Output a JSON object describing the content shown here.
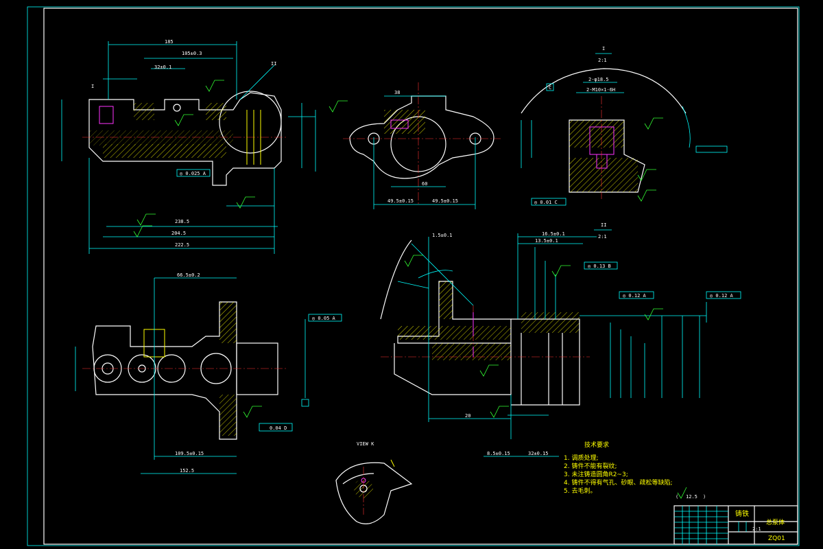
{
  "title_block": {
    "material": "铸铁",
    "drawing_name": "总泵体",
    "drawing_code": "ZQ01",
    "scale": "2:1"
  },
  "section_labels": {
    "detail_1_name": "I",
    "detail_1_scale": "2:1",
    "detail_2_name": "II",
    "detail_2_scale": "2:1",
    "view_label": "VIEW K"
  },
  "tech_requirements": {
    "heading": "技术要求",
    "items": [
      "1. 调质处理;",
      "2. 铸件不能有裂纹;",
      "3. 未注铸造圆角R2~3;",
      "4. 铸件不得有气孔、砂眼、疏松等缺陷;",
      "5. 去毛刺。"
    ]
  },
  "roughness_note": "12.5",
  "tolerance_frames": [
    {
      "sym": "◎",
      "val": "0.025",
      "ref": "A"
    },
    {
      "sym": "◎",
      "val": "0.01",
      "ref": "C"
    },
    {
      "sym": "◎",
      "val": "0.05",
      "ref": "A"
    },
    {
      "sym": "",
      "val": "0.04",
      "ref": "D"
    },
    {
      "sym": "◎",
      "val": "0.13",
      "ref": "B"
    },
    {
      "sym": "◎",
      "val": "0.12",
      "ref": "A"
    },
    {
      "sym": "◎",
      "val": "0.12",
      "ref": "A"
    }
  ]
}
